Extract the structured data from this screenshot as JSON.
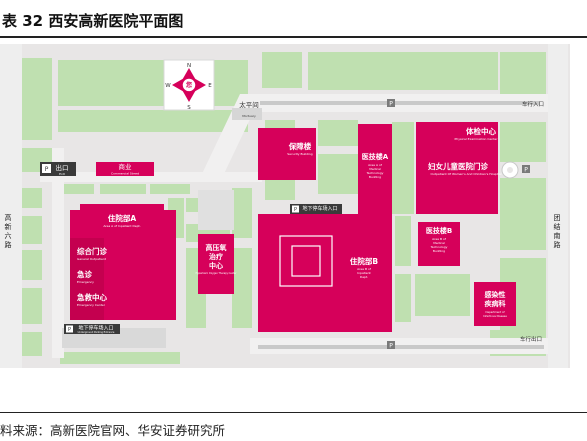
{
  "title": "表 32 西安高新医院平面图",
  "source": "料来源：高新医院官网、华安证券研究所",
  "colors": {
    "building": "#d6005a",
    "building_dark": "#a3003f",
    "green": "#bfe0b0",
    "green_dark": "#a9d398",
    "road": "#eceaea",
    "road_line": "#bdbdbd",
    "paving": "#d3d3d3"
  },
  "compass": {
    "n": "N",
    "s": "S",
    "e": "E",
    "w": "W",
    "center": "您",
    "sub": "YOU"
  },
  "roads": {
    "left_cn": "高\n新\n六\n路",
    "right_cn": "团\n结\n南\n路",
    "taiping": "太平间",
    "taiping_en": "Mortuary",
    "entrance_top": "车行入口",
    "entrance_bottom": "车行出口"
  },
  "gates": {
    "exit_cn": "出口",
    "exit_en": "Exit",
    "commerce_cn": "商业",
    "commerce_en": "Commercial Street",
    "underground_cn": "地下停车场入口",
    "underground_en": "Underground Parking Entrance",
    "underground2_cn": "地下停车场入口",
    "underground2_en": "Underground Parking"
  },
  "buildings": {
    "inpatient_a": {
      "cn": "住院部A",
      "en": "Area A of Inpatient Dept."
    },
    "general_op": {
      "cn": "综合门诊",
      "en": "General Outpatient"
    },
    "emergency": {
      "cn": "急诊",
      "en": "Emergency"
    },
    "emergency_center": {
      "cn": "急救中心",
      "en": "Emergency Center"
    },
    "security": {
      "cn": "保障楼",
      "en": "Security Building"
    },
    "tech_a": {
      "cn": "医技楼A",
      "en": "Area A of Medical Technology Building"
    },
    "physical": {
      "cn": "体检中心",
      "en": "Physical Examination Center"
    },
    "women_children": {
      "cn": "妇女儿童医院门诊",
      "en": "Outpatient Of Women's And Children's Hospital"
    },
    "tech_b": {
      "cn": "医技楼B",
      "en": "Area B of Medical Technology Building"
    },
    "infection": {
      "cn": "感染性\n疾病科",
      "en": "Department of Infectious Disease"
    },
    "oxygen": {
      "cn": "高压氧\n治疗\n中心",
      "en": "Hyperbaric Oxygen Therapy Center"
    },
    "inpatient_b": {
      "cn": "住院部B",
      "en": "Area B of Inpatient Dept."
    }
  }
}
